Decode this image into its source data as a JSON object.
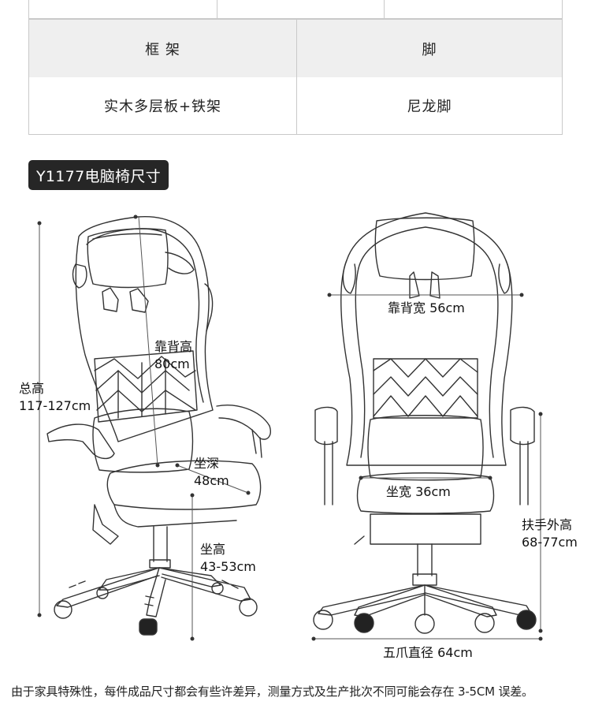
{
  "table": {
    "headers": [
      "框 架",
      "脚"
    ],
    "values": [
      "实木多层板+铁架",
      "尼龙脚"
    ]
  },
  "section_title": "Y1177电脑椅尺寸",
  "dimensions": {
    "total_height_label": "总高",
    "total_height_value": "117-127cm",
    "back_height_label": "靠背高",
    "back_height_value": "80cm",
    "seat_depth_label": "坐深",
    "seat_depth_value": "48cm",
    "seat_height_label": "坐高",
    "seat_height_value": "43-53cm",
    "back_width": "靠背宽 56cm",
    "seat_width": "坐宽 36cm",
    "armrest_height_label": "扶手外高",
    "armrest_height_value": "68-77cm",
    "base_diameter": "五爪直径 64cm"
  },
  "footer_note": "由于家具特殊性，每件成品尺寸都会有些许差异，测量方式及生产批次不同可能会存在 3-5CM 误差。"
}
